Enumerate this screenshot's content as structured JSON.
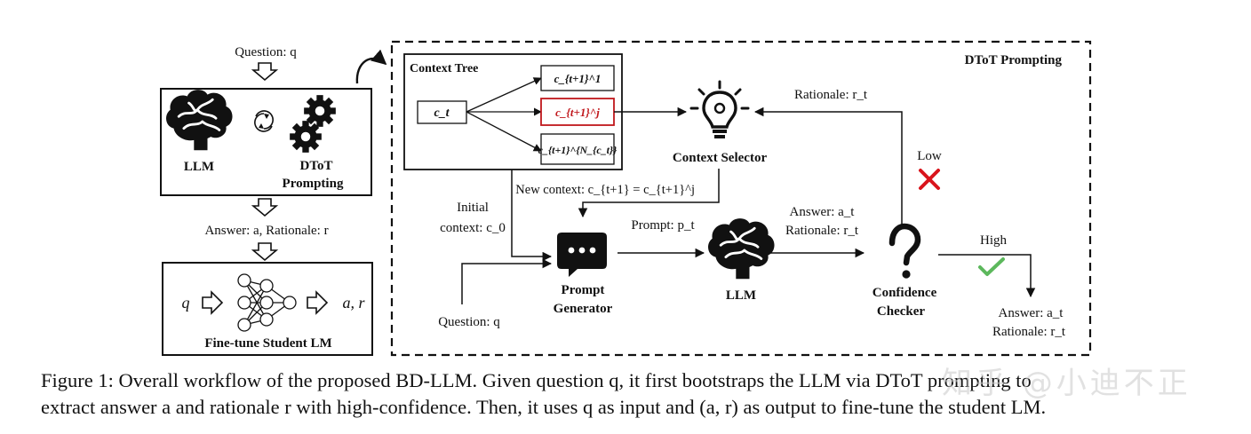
{
  "left_panel": {
    "question": "Question: q",
    "llm": "LLM",
    "dtot_line1": "DToT",
    "dtot_line2": "Prompting",
    "answer_rationale": "Answer: a, Rationale: r",
    "student_input": "q",
    "student_output": "a, r",
    "student_label": "Fine-tune Student LM"
  },
  "right_panel": {
    "title": "DToT Prompting",
    "context_tree": "Context Tree",
    "root_node": "c_t",
    "child_nodes": [
      "c_{t+1}^1",
      "c_{t+1}^j",
      "c_{t+1}^{N_{c_t}}"
    ],
    "context_selector": "Context Selector",
    "rationale_feedback": "Rationale: r_t",
    "low": "Low",
    "high": "High",
    "new_context": "New context: c_{t+1} = c_{t+1}^j",
    "initial_context_line1": "Initial",
    "initial_context_line2": "context: c_0",
    "prompt": "Prompt: p_t",
    "answer_mid": "Answer: a_t",
    "rationale_mid": "Rationale: r_t",
    "prompt_generator_line1": "Prompt",
    "prompt_generator_line2": "Generator",
    "llm": "LLM",
    "confidence_line1": "Confidence",
    "confidence_line2": "Checker",
    "question": "Question: q",
    "final_answer": "Answer: a_t",
    "final_rationale": "Rationale: r_t"
  },
  "caption": {
    "line1": "Figure 1: Overall workflow of the proposed BD-LLM. Given question q, it first bootstraps the LLM via DToT prompting to",
    "line2": "extract answer a and rationale r with high-confidence. Then, it uses q as input and (a, r) as output to fine-tune the student LM."
  },
  "watermark": "知乎 @小迪不正",
  "colors": {
    "highlight_red": "#c0171c",
    "cross_red": "#d9141c",
    "check_green": "#5cb85c",
    "line": "#111111"
  }
}
